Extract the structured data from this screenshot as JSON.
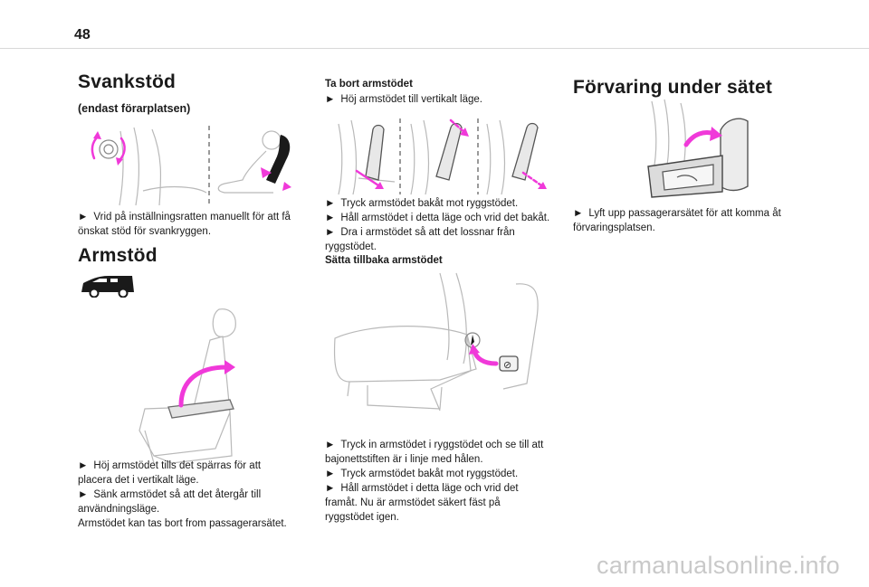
{
  "page_number": "48",
  "watermark": "carmanualsonline.info",
  "lumbar": {
    "heading": "Svankstöd",
    "subheading": "(endast förarplatsen)",
    "steps": [
      "Vrid på inställningsratten manuellt för att få önskat stöd för svankryggen."
    ]
  },
  "armrest": {
    "heading": "Armstöd",
    "steps": [
      "Höj armstödet tills det spärras för att placera det i vertikalt läge.",
      "Sänk armstödet så att det återgår till användningsläge."
    ],
    "note": "Armstödet kan tas bort from passagerarsätet."
  },
  "remove": {
    "title": "Ta bort armstödet",
    "steps_a": [
      "Höj armstödet till vertikalt läge."
    ],
    "steps_b": [
      "Tryck armstödet bakåt mot ryggstödet.",
      "Håll armstödet i detta läge och vrid det bakåt.",
      "Dra i armstödet så att det lossnar från ryggstödet."
    ],
    "refit_title": "Sätta tillbaka armstödet",
    "refit_steps": [
      "Tryck in armstödet i ryggstödet och se till att bajonettstiften är i linje med hålen.",
      "Tryck armstödet bakåt mot ryggstödet.",
      "Håll armstödet i detta läge och vrid det framåt. Nu är armstödet säkert fäst på ryggstödet igen."
    ]
  },
  "storage": {
    "heading": "Förvaring under sätet",
    "steps": [
      "Lyft upp passagerarsätet för att komma åt förvaringsplatsen."
    ]
  },
  "icons": {
    "step_bullet": "►"
  },
  "colors": {
    "accent": "#f039d9",
    "text": "#1a1a1a"
  }
}
